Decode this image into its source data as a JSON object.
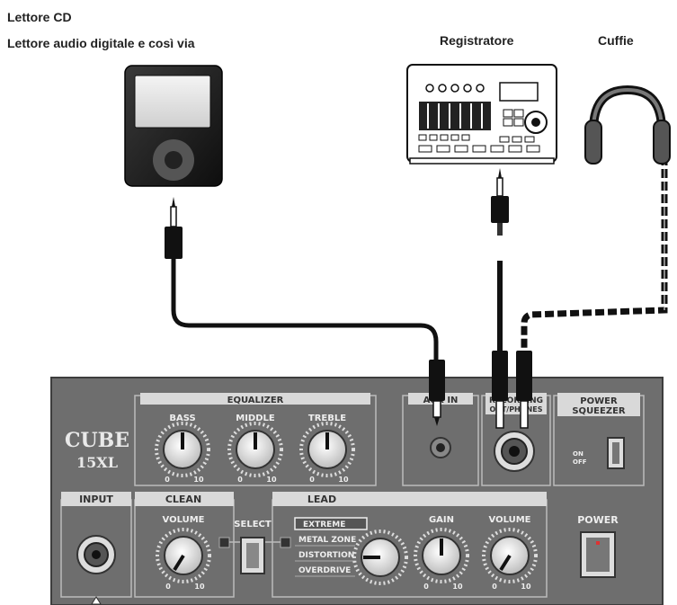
{
  "labels": {
    "cd_player": "Lettore CD",
    "digital_player": "Lettore audio digitale e così via",
    "recorder": "Registratore",
    "headphones": "Cuffie"
  },
  "amp": {
    "brand": "CUBE",
    "model": "15XL",
    "equalizer": "EQUALIZER",
    "bass": "BASS",
    "middle": "MIDDLE",
    "treble": "TREBLE",
    "aux_in": "AUX IN",
    "rec_out_line1": "RECORDING",
    "rec_out_line2": "OUT/PHONES",
    "power_squeezer_line1": "POWER",
    "power_squeezer_line2": "SQUEEZER",
    "switch_on": "ON",
    "switch_off": "OFF",
    "input": "INPUT",
    "clean": "CLEAN",
    "clean_volume": "VOLUME",
    "select": "SELECT",
    "lead": "LEAD",
    "mode_extreme": "EXTREME",
    "mode_metal_zone": "METAL ZONE",
    "mode_distortion": "DISTORTION",
    "mode_overdrive": "OVERDRIVE",
    "gain": "GAIN",
    "lead_volume": "VOLUME",
    "power": "POWER",
    "scale_min": "0",
    "scale_max": "10"
  },
  "colors": {
    "panel": "#6e6e6e",
    "panel_dark": "#4a4a4a",
    "label_bar": "#d9d9d9",
    "cable": "#111111",
    "device_outline": "#222222"
  }
}
